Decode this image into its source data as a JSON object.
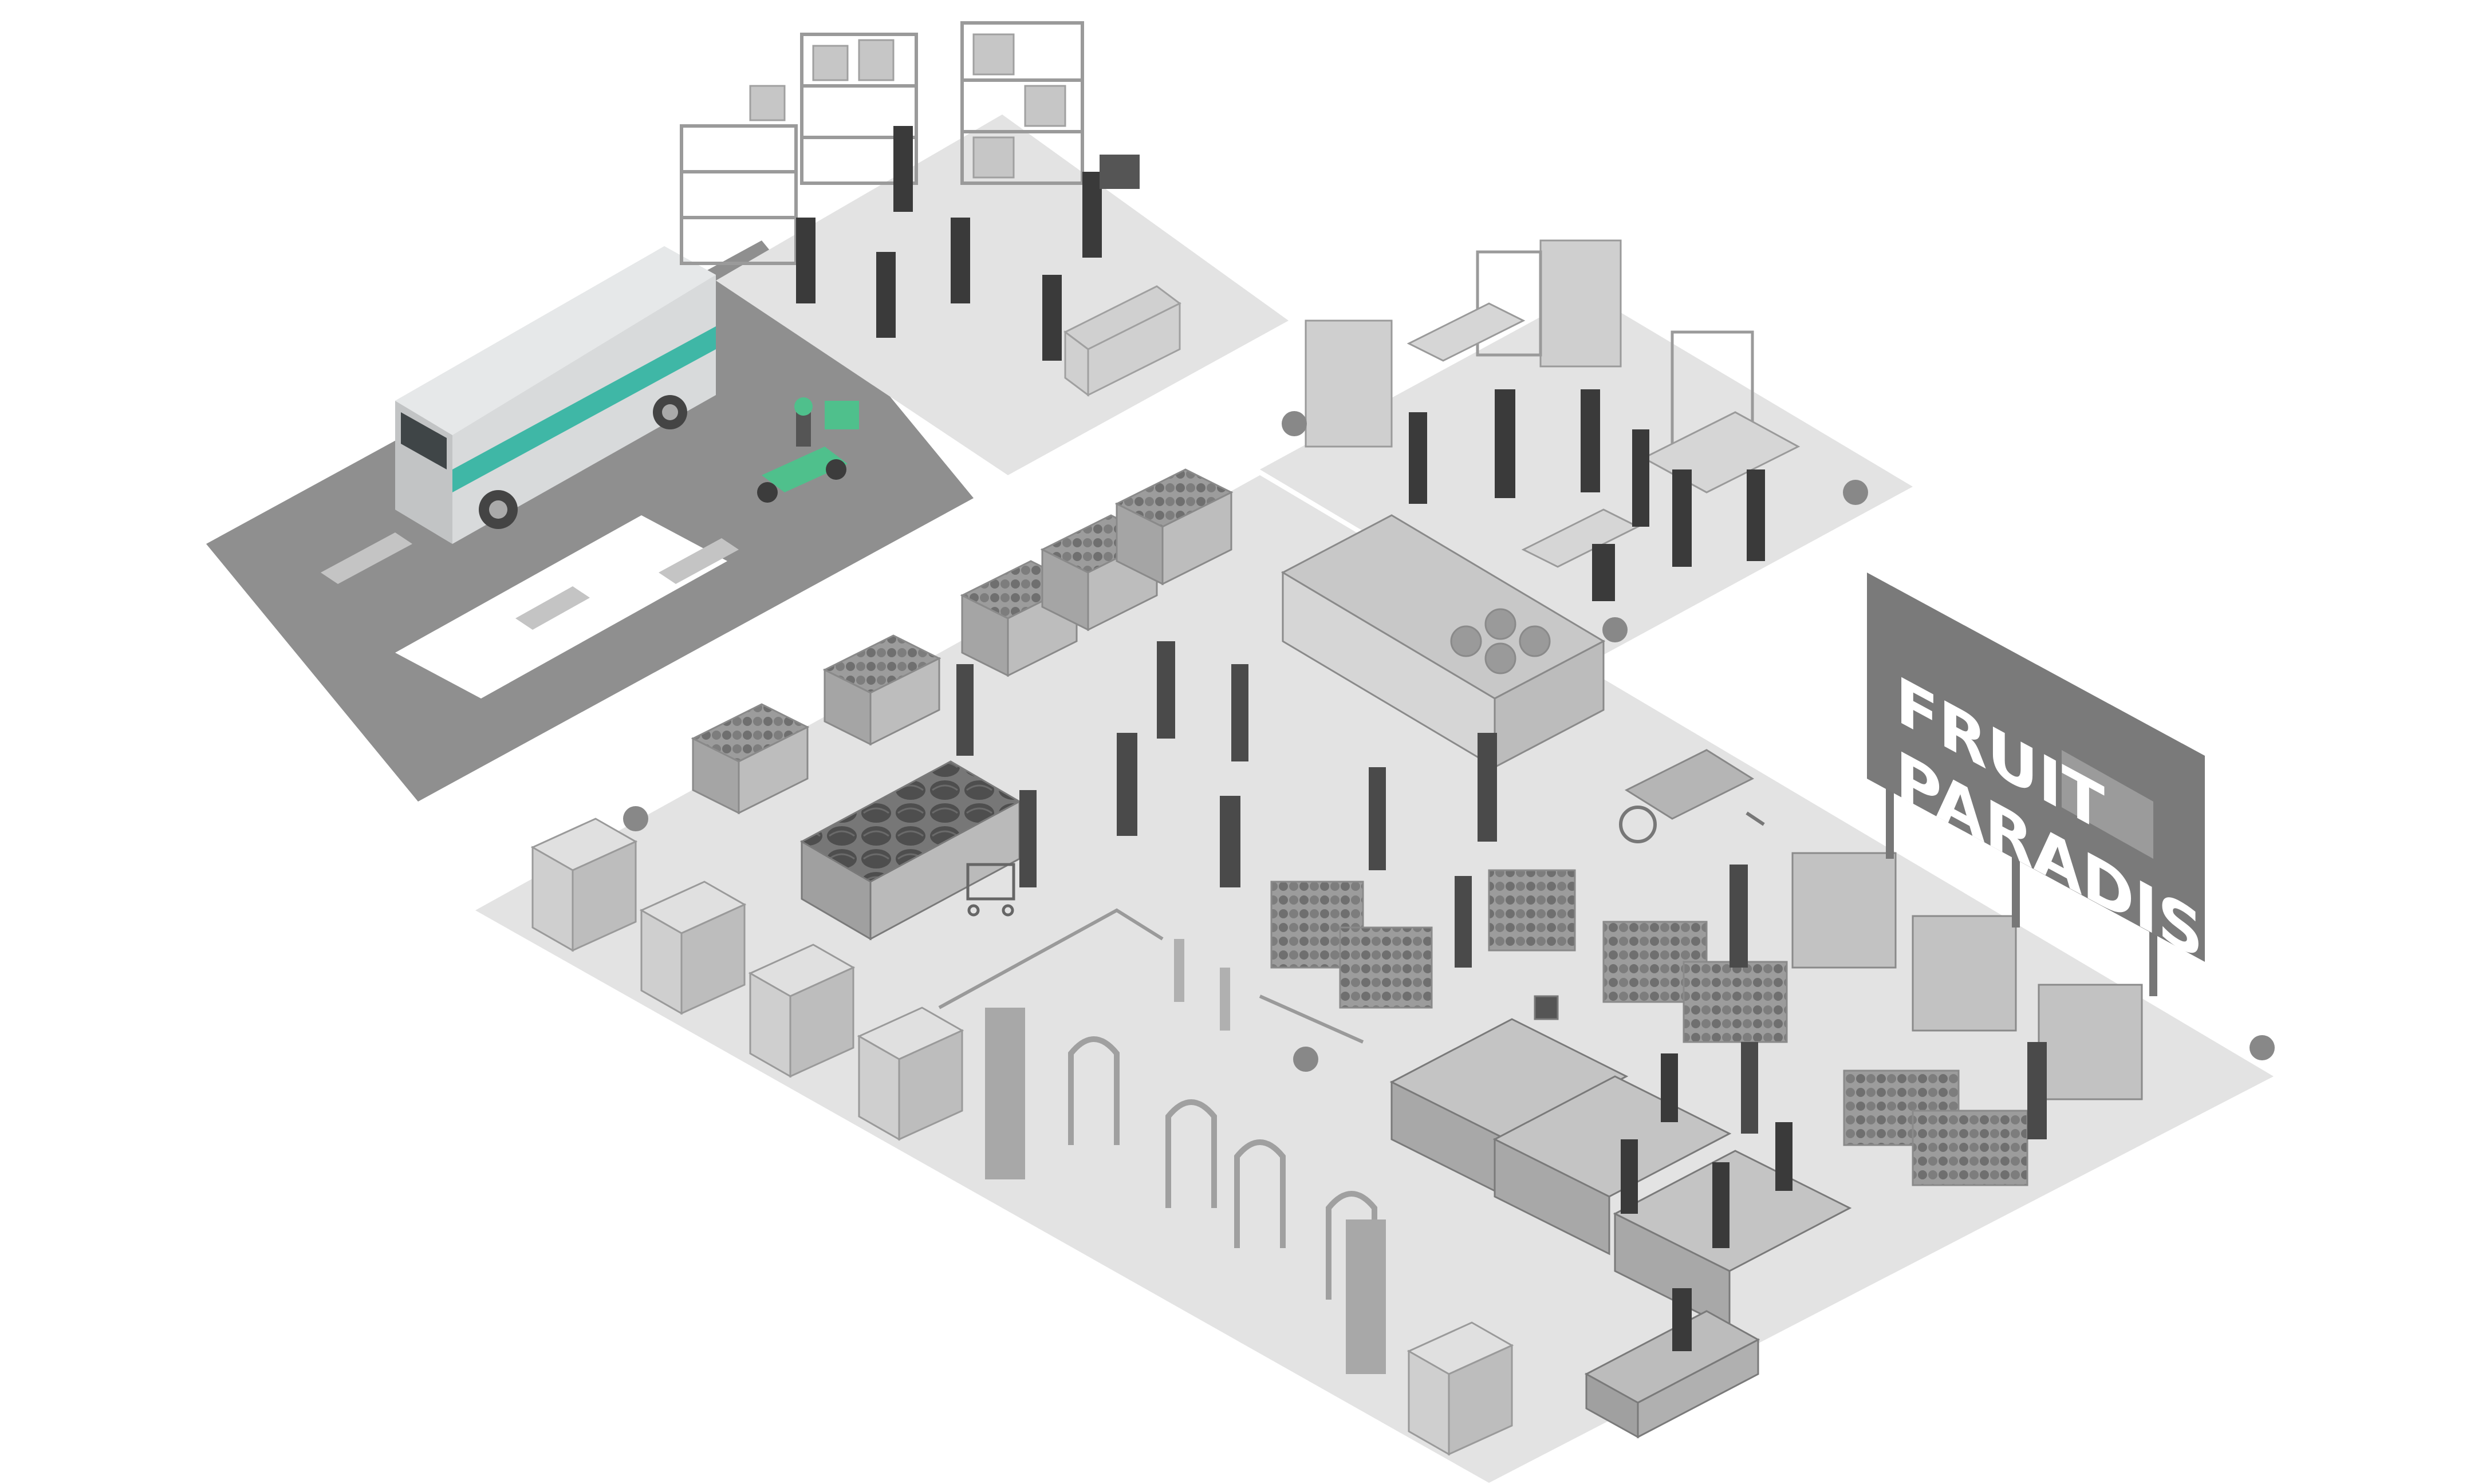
{
  "sign": {
    "line1": "FRUIT",
    "line2": "PARADISE"
  },
  "colors": {
    "background": "#ffffff",
    "floor": "#e3e3e3",
    "road": "#8f8f8f",
    "road_marking": "#c4c4c4",
    "fixture_light": "#d2d2d2",
    "fixture_mid": "#b3b3b3",
    "fixture_dark": "#8a8a8a",
    "van_body": "#d8dadb",
    "van_accent": "#3fb7a6",
    "scooter": "#4fc08c",
    "sign_board": "#7a7a7a"
  },
  "scene": {
    "areas": [
      "warehouse",
      "office",
      "shop-floor",
      "checkout",
      "parking-road"
    ],
    "vehicles": [
      "delivery-van",
      "delivery-scooter"
    ]
  }
}
